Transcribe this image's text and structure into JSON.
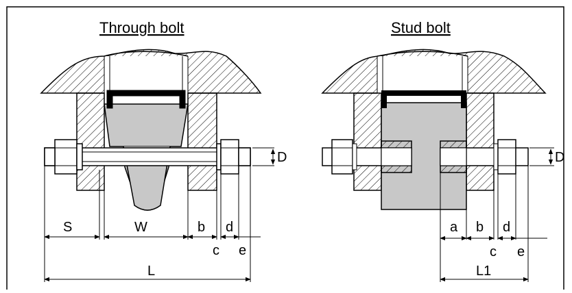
{
  "figure": {
    "left_title": "Through bolt",
    "right_title": "Stud bolt",
    "left_dims": {
      "S": "S",
      "W": "W",
      "b": "b",
      "c": "c",
      "d": "d",
      "e": "e",
      "L": "L",
      "D": "D"
    },
    "right_dims": {
      "a": "a",
      "b": "b",
      "c": "c",
      "d": "d",
      "e": "e",
      "L1": "L1",
      "D": "D"
    }
  },
  "colors": {
    "line": "#000000",
    "fill_grey": "#c8c8c8",
    "hatch": "#000000",
    "background": "#ffffff"
  }
}
